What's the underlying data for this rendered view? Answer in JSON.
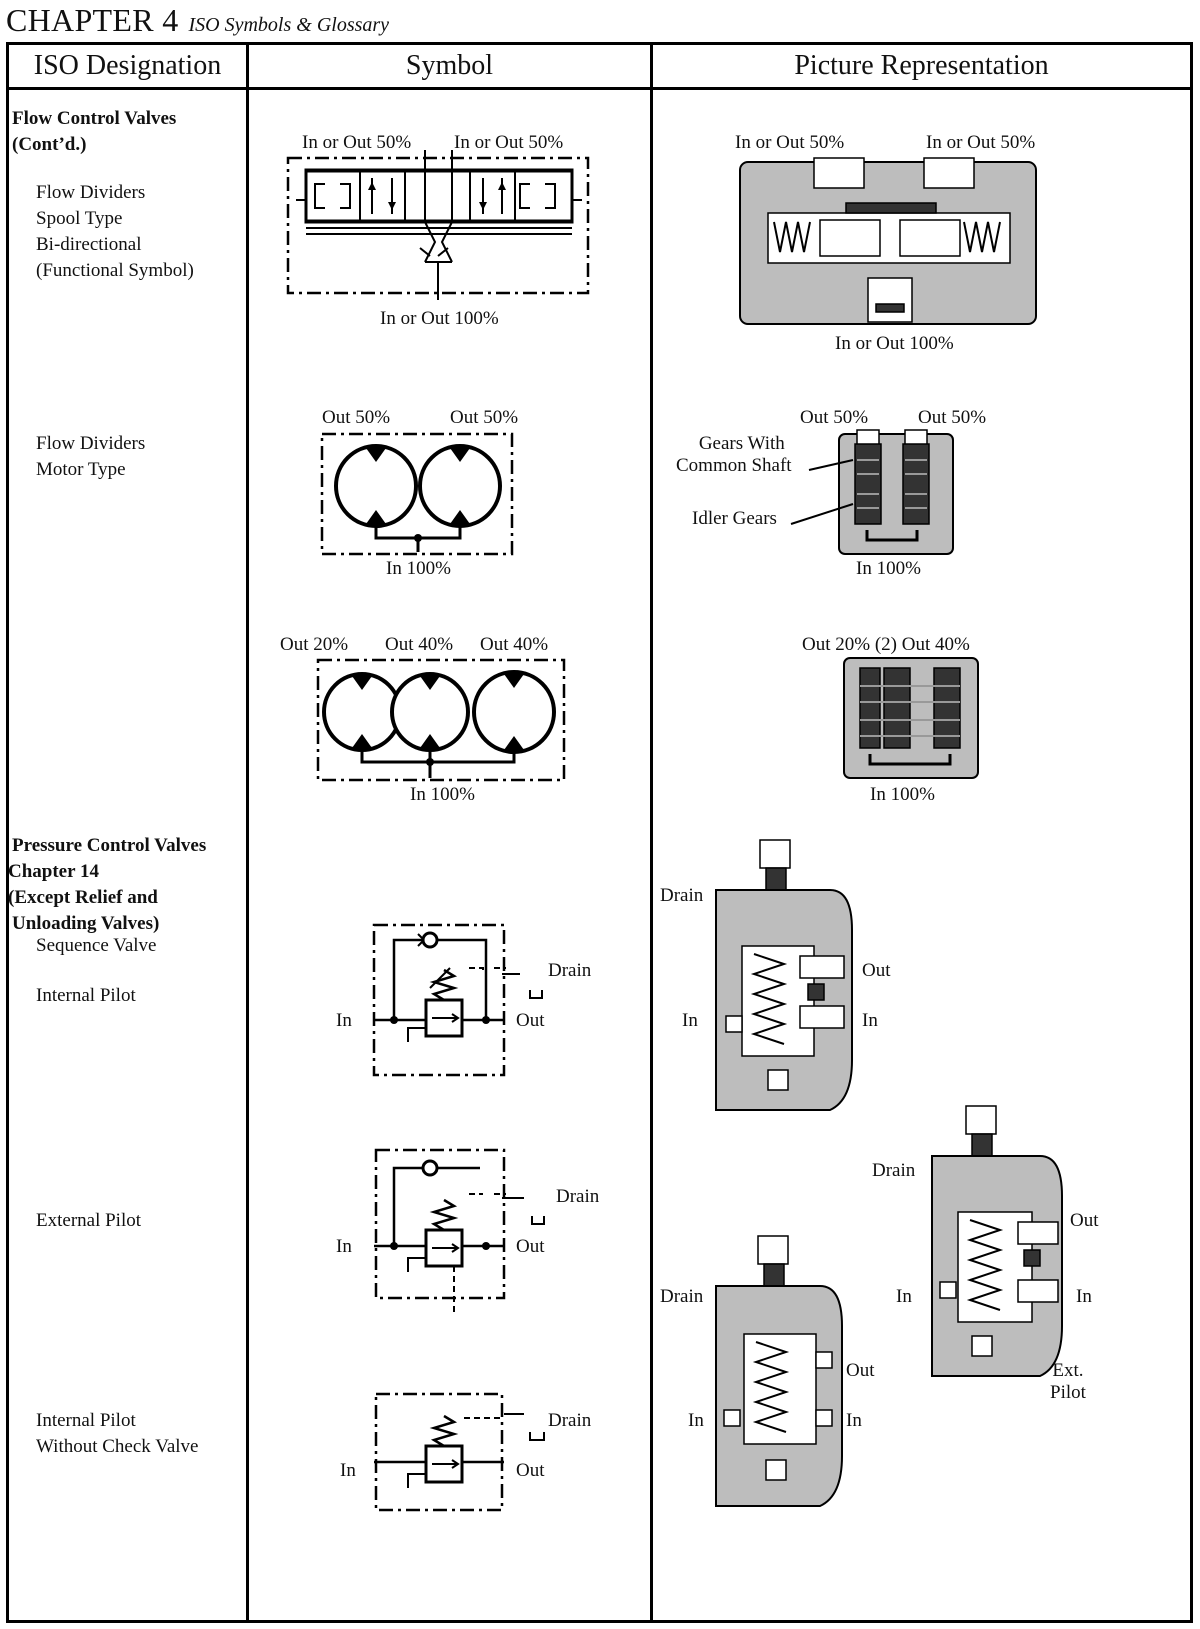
{
  "header": {
    "chapter": "CHAPTER 4",
    "subtitle": "ISO Symbols & Glossary"
  },
  "columns": {
    "designation": "ISO Designation",
    "symbol": "Symbol",
    "picture": "Picture Representation"
  },
  "rows": {
    "spool": {
      "category": [
        "Flow Control Valves",
        "(Cont’d.)"
      ],
      "name": [
        "Flow Dividers",
        "Spool Type",
        "Bi-directional",
        "(Functional Symbol)"
      ],
      "symbol_labels": {
        "left": "In or Out 50%",
        "right": "In or Out 50%",
        "bottom": "In or Out 100%"
      },
      "picture_labels": {
        "left": "In or Out 50%",
        "right": "In or Out 50%",
        "bottom": "In or Out 100%"
      }
    },
    "motor": {
      "name": [
        "Flow Dividers",
        "Motor Type"
      ],
      "symbol_labels": {
        "left": "Out 50%",
        "right": "Out 50%",
        "bottom": "In 100%"
      },
      "picture_labels": {
        "left": "Out 50%",
        "right": "Out 50%",
        "gears": [
          "Gears With",
          "Common Shaft"
        ],
        "idler": "Idler Gears",
        "bottom": "In 100%"
      }
    },
    "motor3": {
      "symbol_labels": {
        "a": "Out 20%",
        "b": "Out 40%",
        "c": "Out 40%",
        "bottom": "In 100%"
      },
      "picture_labels": {
        "top": "Out 20%  (2) Out 40%",
        "bottom": "In 100%"
      }
    },
    "pressure": {
      "category": [
        "Pressure Control Valves",
        "Chapter 14",
        "(Except Relief and",
        "Unloading Valves)"
      ],
      "sequence": "Sequence Valve",
      "internal": "Internal Pilot",
      "external": "External Pilot",
      "nocheck": [
        "Internal Pilot",
        "Without Check Valve"
      ],
      "labels": {
        "in": "In",
        "out": "Out",
        "drain": "Drain",
        "ext": [
          "Ext.",
          "Pilot"
        ]
      }
    }
  }
}
